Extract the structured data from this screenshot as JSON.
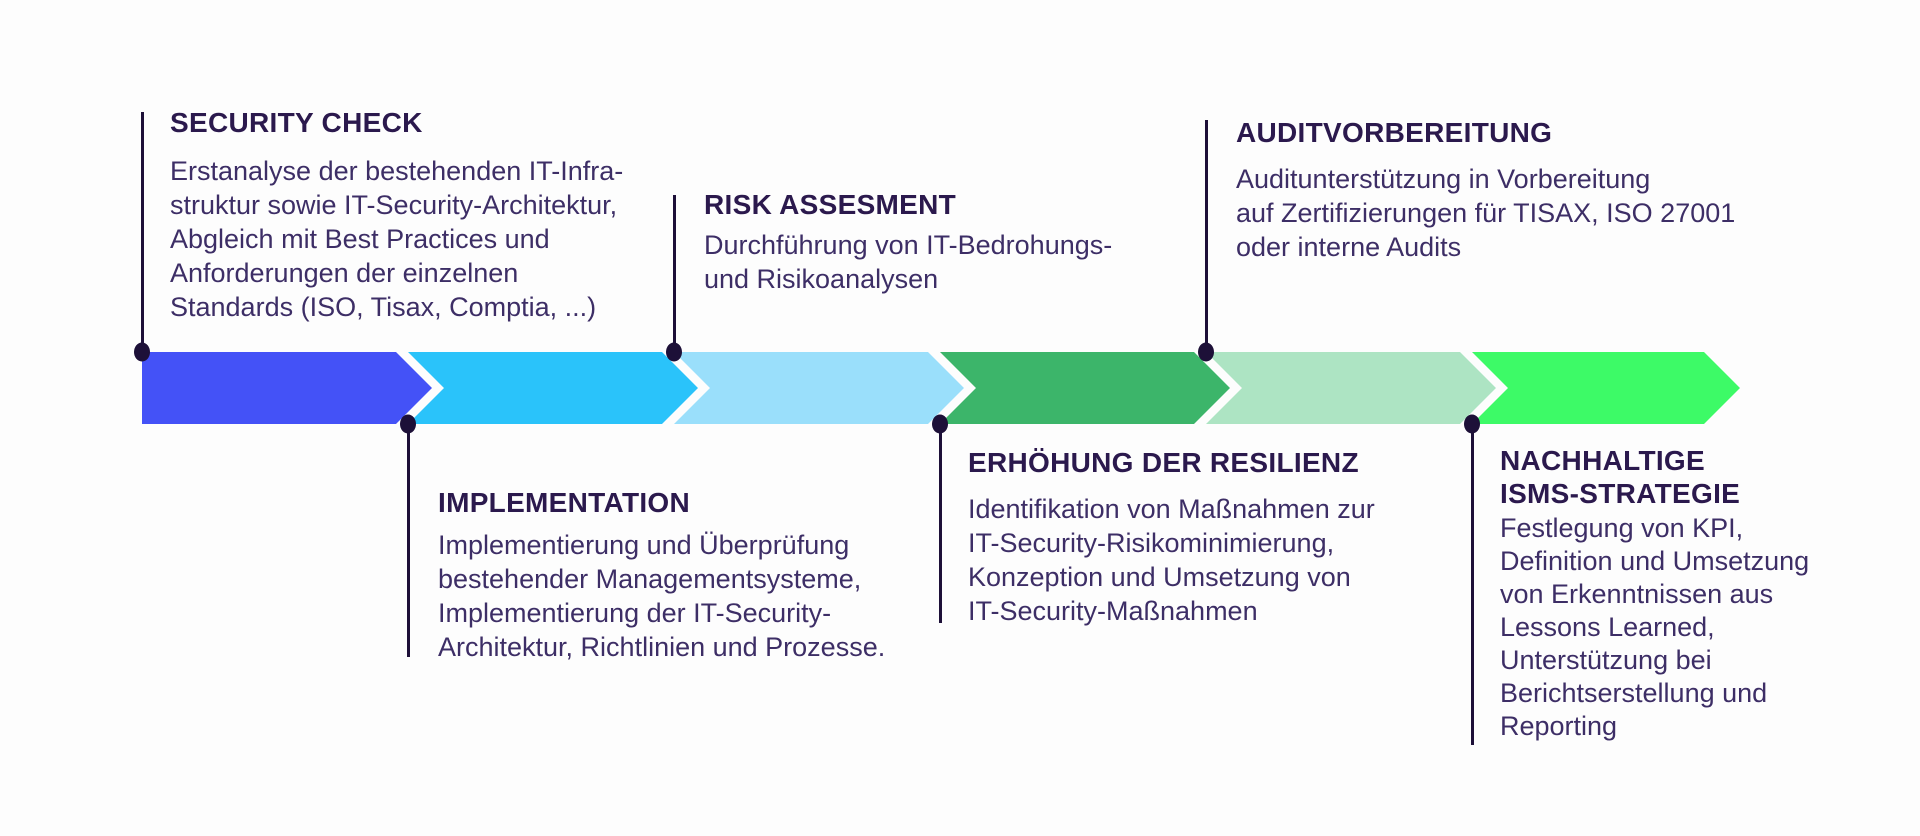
{
  "diagram": {
    "palette": {
      "background": "#fdfdfd",
      "ink": "#2b194d",
      "body_ink": "#3d2e66",
      "connector": "#1d1038"
    },
    "steps": [
      {
        "id": "security-check",
        "label_position": "top",
        "title": "SECURITY CHECK",
        "description": "Erstanalyse der bestehenden IT-Infra-\nstruktur sowie IT-Security-Architektur,\nAbgleich mit Best Practices und\nAnforderungen der einzelnen\nStandards (ISO, Tisax, Comptia, ...)",
        "arrow_color": "#4452f7"
      },
      {
        "id": "implementation",
        "label_position": "bottom",
        "title": "IMPLEMENTATION",
        "description": "Implementierung und Überprüfung\nbestehender Managementsysteme,\nImplementierung der IT-Security-\nArchitektur, Richtlinien und Prozesse.",
        "arrow_color": "#2ac3fa"
      },
      {
        "id": "risk-assesment",
        "label_position": "top",
        "title": "RISK ASSESMENT",
        "description": "Durchführung von IT-Bedrohungs-\nund Risikoanalysen",
        "arrow_color": "#9adffb"
      },
      {
        "id": "erhoehung-der-resilienz",
        "label_position": "bottom",
        "title": "ERHÖHUNG DER RESILIENZ",
        "description": "Identifikation von Maßnahmen zur\nIT-Security-Risikominimierung,\nKonzeption und Umsetzung von\nIT-Security-Maßnahmen",
        "arrow_color": "#3cb56a"
      },
      {
        "id": "auditvorbereitung",
        "label_position": "top",
        "title": "AUDITVORBEREITUNG",
        "description": "Auditunterstützung in Vorbereitung\nauf Zertifizierungen für TISAX, ISO 27001\noder interne Audits",
        "arrow_color": "#ade4c3"
      },
      {
        "id": "nachhaltige-isms-strategie",
        "label_position": "bottom",
        "title": "NACHHALTIGE\nISMS-STRATEGIE",
        "description": "Festlegung von KPI,\nDefinition und Umsetzung\nvon Erkenntnissen aus\nLessons Learned,\nUnterstützung bei\nBerichtserstellung und\nReporting",
        "arrow_color": "#3dfa67"
      }
    ]
  }
}
